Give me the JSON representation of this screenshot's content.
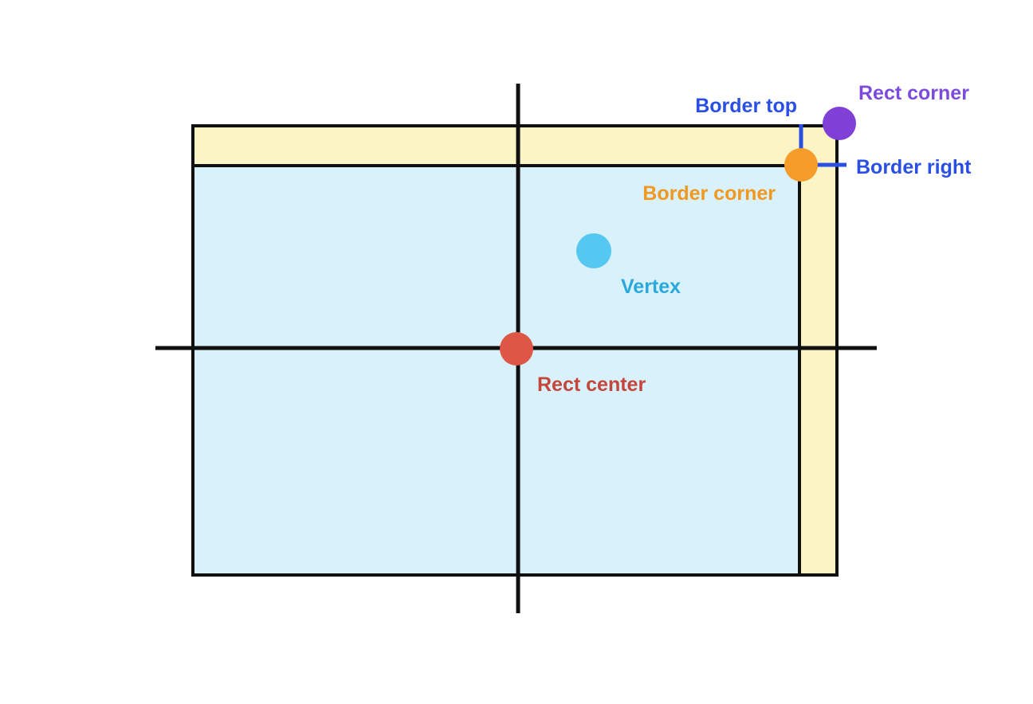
{
  "page": {
    "background": "#ffffff"
  },
  "diagram": {
    "rect": {
      "border_fill": "#FBF4C5",
      "inner_fill": "#D9F1FB",
      "stroke": "#101010"
    },
    "axes": {
      "color": "#101010"
    },
    "indicators": {
      "color": "#2A4FE4"
    },
    "labels": {
      "border_top": "Border top",
      "rect_corner": "Rect corner",
      "border_right": "Border right",
      "border_corner": "Border corner",
      "vertex": "Vertex",
      "rect_center": "Rect center"
    },
    "label_colors": {
      "border_top": "#2A4FE4",
      "rect_corner": "#7C4BDB",
      "border_right": "#2A4FE4",
      "border_corner": "#F0981F",
      "vertex": "#29A8DC",
      "rect_center": "#C4453A"
    },
    "point_colors": {
      "rect_corner": "#8040D8",
      "border_corner": "#F59C2B",
      "vertex": "#55C8F2",
      "rect_center": "#DE5645"
    }
  }
}
